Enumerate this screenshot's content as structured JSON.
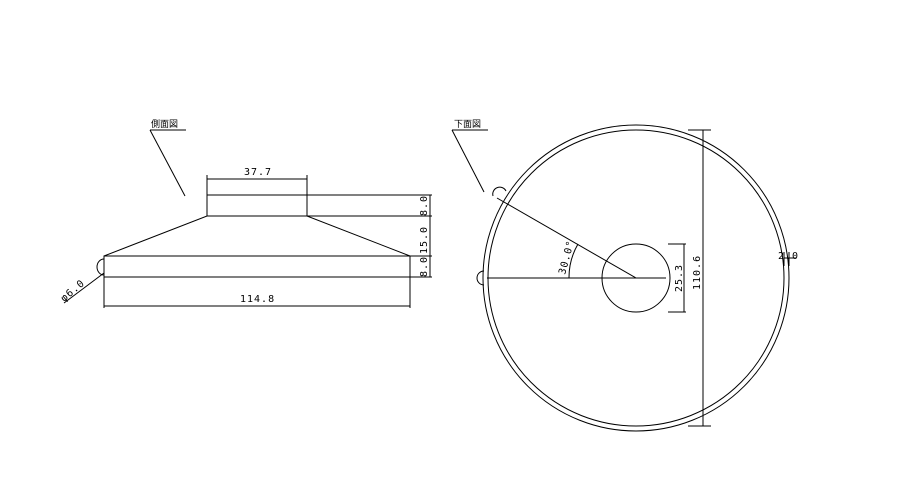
{
  "side_view": {
    "label": "側面図",
    "dim_top_width": "37.7",
    "dim_bottom_width": "114.8",
    "dim_top_height": "8.0",
    "dim_taper_height": "15.0",
    "dim_base_height": "8.0",
    "dim_hole_dia": "φ6.0"
  },
  "bottom_view": {
    "label": "下面図",
    "dim_angle": "30.0°",
    "dim_inner_dia": "25.3",
    "dim_outer_dia": "110.6",
    "dim_rim": "2.0"
  }
}
